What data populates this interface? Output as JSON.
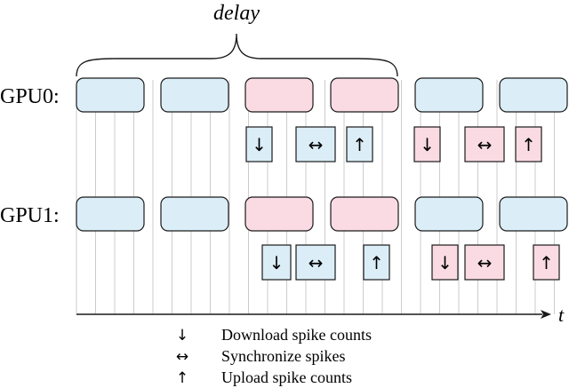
{
  "colors": {
    "blue": "#dbeef8",
    "pink": "#fadbe4",
    "gridline": "#bfbfbf",
    "stroke": "#1a1a1a"
  },
  "labels": {
    "delay": "delay",
    "time_axis": "t"
  },
  "gpus": [
    {
      "name": "GPU0:",
      "compute": [
        "blue",
        "blue",
        "pink",
        "pink",
        "blue",
        "blue"
      ],
      "ops": [
        {
          "kind": "down",
          "color": "blue"
        },
        {
          "kind": "sync",
          "color": "blue"
        },
        {
          "kind": "up",
          "color": "blue"
        },
        {
          "kind": "down",
          "color": "pink"
        },
        {
          "kind": "sync",
          "color": "pink"
        },
        {
          "kind": "up",
          "color": "pink"
        }
      ]
    },
    {
      "name": "GPU1:",
      "compute": [
        "blue",
        "blue",
        "pink",
        "pink",
        "blue",
        "blue"
      ],
      "ops": [
        {
          "kind": "down",
          "color": "blue"
        },
        {
          "kind": "sync",
          "color": "blue"
        },
        {
          "kind": "up",
          "color": "blue"
        },
        {
          "kind": "down",
          "color": "pink"
        },
        {
          "kind": "sync",
          "color": "pink"
        },
        {
          "kind": "up",
          "color": "pink"
        }
      ]
    }
  ],
  "glyphs": {
    "down": "↓",
    "sync": "↔",
    "up": "↑"
  },
  "legend": [
    {
      "kind": "down",
      "glyph": "↓",
      "text": "Download spike counts"
    },
    {
      "kind": "sync",
      "glyph": "↔",
      "text": "Synchronize spikes"
    },
    {
      "kind": "up",
      "glyph": "↑",
      "text": "Upload spike counts"
    }
  ]
}
